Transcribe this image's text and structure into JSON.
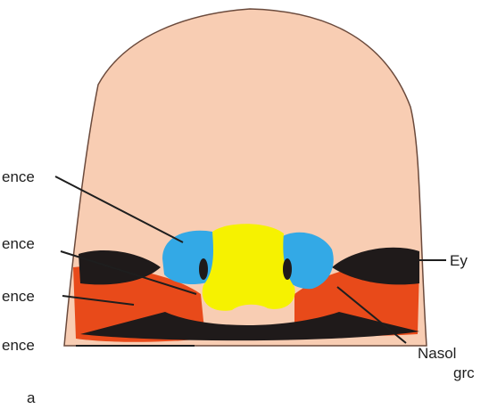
{
  "figure": {
    "labels": {
      "left_1": "ence",
      "left_2": "ence",
      "left_3": "ence",
      "left_4": "ence",
      "right_eye": "Ey",
      "right_nasal_line1": "Nasol",
      "right_nasal_line2": "grc",
      "bottom_mark": "a"
    },
    "colors": {
      "skin": "#f8cdb3",
      "blue": "#33a9e6",
      "yellow": "#f6f200",
      "red": "#e84a1a",
      "dark": "#1f1a1a",
      "outline": "#6b4a3c"
    }
  }
}
